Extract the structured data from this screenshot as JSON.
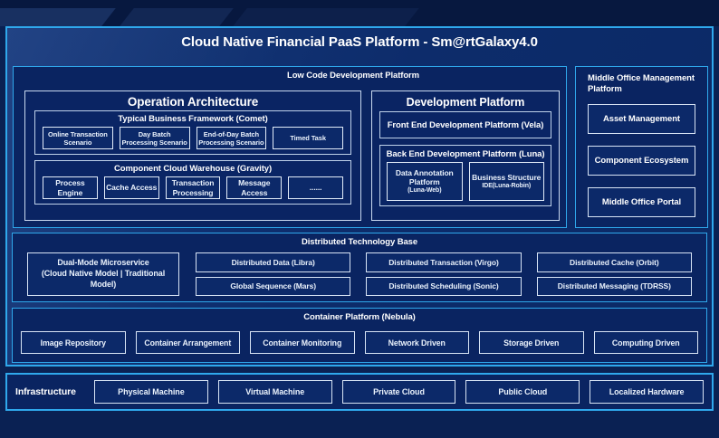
{
  "title": "Cloud Native Financial PaaS Platform - Sm@rtGalaxy4.0",
  "low_code": {
    "label": "Low Code Development Platform",
    "operation_architecture": {
      "title": "Operation Architecture",
      "typical_business_framework": {
        "title": "Typical Business Framework (Comet)",
        "items": [
          "Online Transaction Scenario",
          "Day Batch Processing Scenario",
          "End-of-Day Batch Processing Scenario",
          "Timed Task"
        ]
      },
      "component_cloud_warehouse": {
        "title": "Component Cloud Warehouse (Gravity)",
        "items": [
          "Process Engine",
          "Cache Access",
          "Transaction Processing",
          "Message Access",
          "......"
        ]
      }
    },
    "development_platform": {
      "title": "Development Platform",
      "front_end_label": "Front End Development Platform (Vela)",
      "back_end": {
        "title": "Back End Development Platform (Luna)",
        "items": [
          {
            "title": "Data Annotation Platform",
            "subtitle": "(Luna-Web)"
          },
          {
            "title": "Business Structure",
            "subtitle": "IDE(Luna-Robin)"
          }
        ]
      }
    }
  },
  "middle_office": {
    "label": "Middle Office Management Platform",
    "items": [
      "Asset Management",
      "Component Ecosystem",
      "Middle Office Portal"
    ]
  },
  "distributed_base": {
    "label": "Distributed Technology Base",
    "dual_mode": {
      "line1": "Dual-Mode Microservice",
      "line2": "(Cloud Native Model | Traditional Model)"
    },
    "items": [
      "Distributed Data (Libra)",
      "Distributed Transaction (Virgo)",
      "Distributed Cache (Orbit)",
      "Global Sequence (Mars)",
      "Distributed Scheduling (Sonic)",
      "Distributed Messaging (TDRSS)"
    ]
  },
  "container_platform": {
    "label": "Container Platform (Nebula)",
    "items": [
      "Image Repository",
      "Container Arrangement",
      "Container Monitoring",
      "Network Driven",
      "Storage Driven",
      "Computing Driven"
    ]
  },
  "infrastructure": {
    "label": "Infrastructure",
    "items": [
      "Physical Machine",
      "Virtual Machine",
      "Private Cloud",
      "Public Cloud",
      "Localized Hardware"
    ]
  },
  "colors": {
    "accent_cyan": "#2FA8EC",
    "box_border_light": "#D8E4F5",
    "frame_bg": "#0D2C6B",
    "section_bg": "#0A2461",
    "node_bg": "#0C2969",
    "page_bg": "#0A2153",
    "text": "#FFFFFF"
  }
}
